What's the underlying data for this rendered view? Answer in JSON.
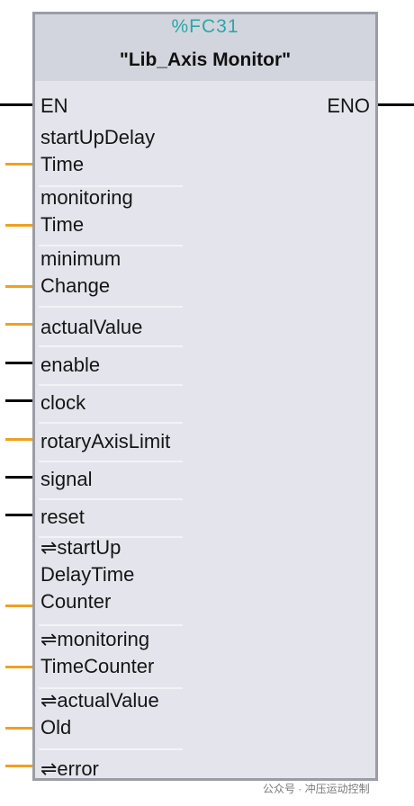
{
  "block": {
    "number": "%FC31",
    "name": "\"Lib_Axis Monitor\""
  },
  "pins": {
    "en": "EN",
    "eno": "ENO",
    "startUpDelayTime": [
      "startUpDelay",
      "Time"
    ],
    "monitoringTime": [
      "monitoring",
      "Time"
    ],
    "minimumChange": [
      "minimum",
      "Change"
    ],
    "actualValue": "actualValue",
    "enable": "enable",
    "clock": "clock",
    "rotaryAxisLimit": "rotaryAxisLimit",
    "signal": "signal",
    "reset": "reset",
    "startUpDelayTimeCounter": [
      "⇌startUp",
      "DelayTime",
      "Counter"
    ],
    "monitoringTimeCounter": [
      "⇌monitoring",
      "TimeCounter"
    ],
    "actualValueOld": [
      "⇌actualValue",
      "Old"
    ],
    "error": "⇌error"
  },
  "colors": {
    "bool_wire": "#000000",
    "value_wire": "#f0a020",
    "header_bg": "#d3d5de",
    "body_bg": "#e4e5ec",
    "number_text": "#2aa8a8"
  },
  "watermark": "公众号 · 冲压运动控制"
}
